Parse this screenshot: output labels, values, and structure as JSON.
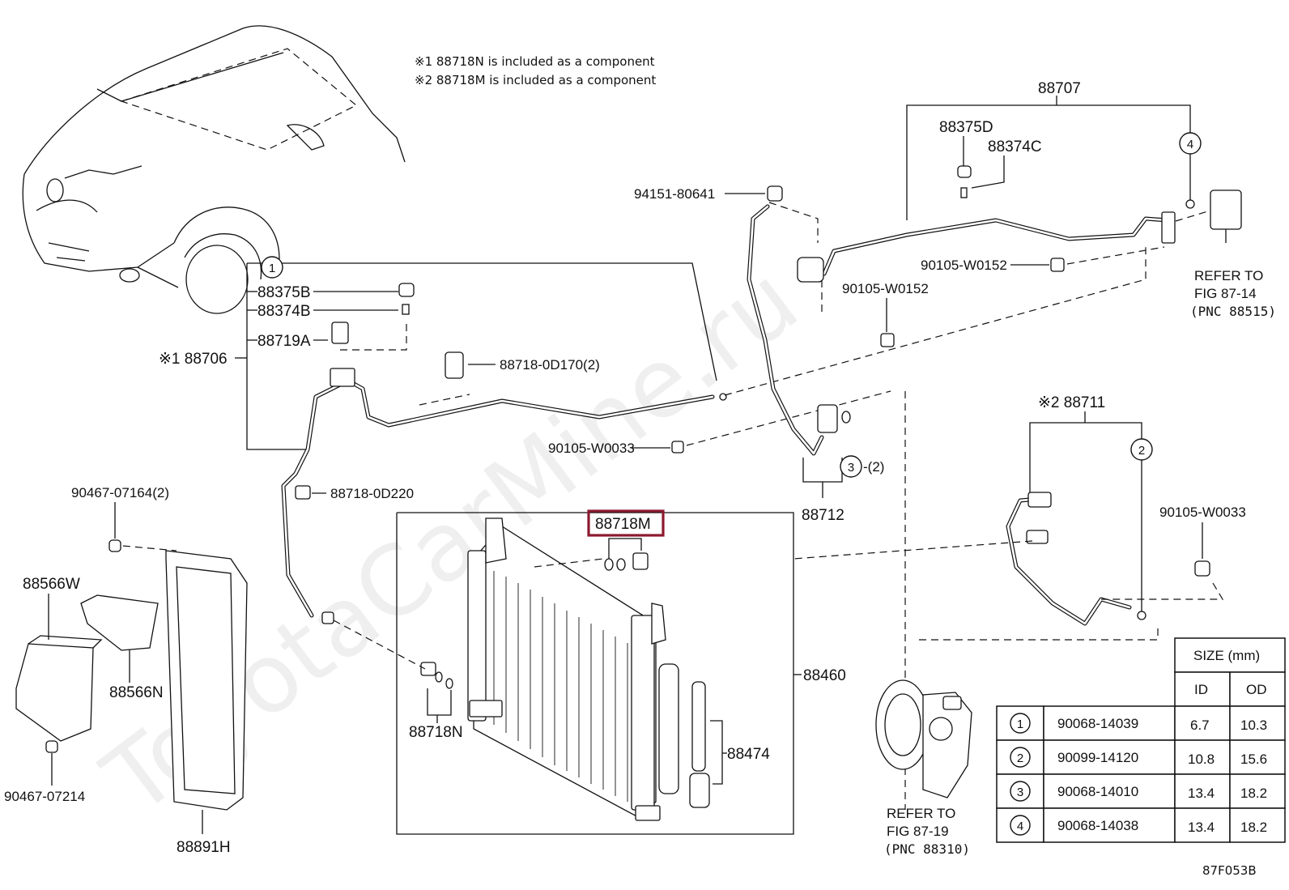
{
  "notes": [
    "※1 88718N is included as a component",
    "※2 88718M is included as a component"
  ],
  "labels": {
    "p88707": "88707",
    "p88375D": "88375D",
    "p88374C": "88374C",
    "p94151": "94151-80641",
    "p90105_w0152_a": "90105-W0152",
    "p90105_w0152_b": "90105-W0152",
    "p88375B": "88375B",
    "p88374B": "88374B",
    "p88719A": "88719A",
    "p88706": "※1 88706",
    "p88718_0d170": "88718-0D170(2)",
    "p90105_w0033_a": "90105-W0033",
    "p88718_0d220": "88718-0D220",
    "p90467_07164": "90467-07164(2)",
    "p88566W": "88566W",
    "p88566N": "88566N",
    "p90467_07214": "90467-07214",
    "p88891H": "88891H",
    "p88718M": "88718M",
    "p88718N": "88718N",
    "p88460": "88460",
    "p88474": "88474",
    "p88712": "88712",
    "p3_2": "-(2)",
    "p88711": "※2 88711",
    "p90105_w0033_b": "90105-W0033",
    "watermark": "ToyotaCarMine.ru",
    "fig_code": "87F053B"
  },
  "refer": {
    "r1": [
      "REFER TO",
      "FIG 87-14",
      "(PNC 88515)"
    ],
    "r2": [
      "REFER TO",
      "FIG 87-19",
      "(PNC 88310)"
    ]
  },
  "callouts": [
    "1",
    "2",
    "3",
    "4"
  ],
  "size_table": {
    "header": "SIZE (mm)",
    "cols": [
      "ID",
      "OD"
    ],
    "rows": [
      {
        "no": "1",
        "part": "90068-14039",
        "id": "6.7",
        "od": "10.3"
      },
      {
        "no": "2",
        "part": "90099-14120",
        "id": "10.8",
        "od": "15.6"
      },
      {
        "no": "3",
        "part": "90068-14010",
        "id": "13.4",
        "od": "18.2"
      },
      {
        "no": "4",
        "part": "90068-14038",
        "id": "13.4",
        "od": "18.2"
      }
    ]
  },
  "colors": {
    "highlight": "#8b1a2f",
    "ink": "#111111"
  }
}
